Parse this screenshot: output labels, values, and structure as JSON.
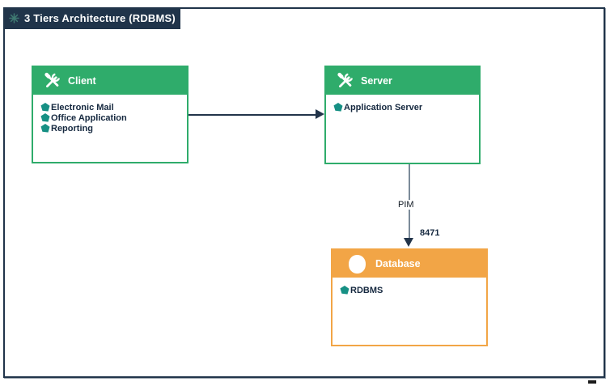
{
  "title": {
    "text": "3 Tiers Architecture (RDBMS)",
    "icon": "snowflake-icon"
  },
  "colors": {
    "header_bar": "#20344a",
    "tier_green": "#2fac6b",
    "tier_orange": "#f2a546",
    "component_teal": "#169084",
    "text_dark": "#15283f",
    "connector_gray": "#7c8b99"
  },
  "nodes": [
    {
      "id": "client",
      "title": "Client",
      "icon": "tools-icon",
      "accent": "#2fac6b",
      "items": [
        "Electronic Mail",
        "Office Application",
        "Reporting"
      ]
    },
    {
      "id": "server",
      "title": "Server",
      "icon": "tools-icon",
      "accent": "#2fac6b",
      "items": [
        "Application Server"
      ]
    },
    {
      "id": "database",
      "title": "Database",
      "icon": "database-icon",
      "accent": "#f2a546",
      "items": [
        "RDBMS"
      ]
    }
  ],
  "edges": [
    {
      "from": "client",
      "to": "server",
      "labels": []
    },
    {
      "from": "server",
      "to": "database",
      "labels": [
        "PIM",
        "8471"
      ]
    }
  ]
}
